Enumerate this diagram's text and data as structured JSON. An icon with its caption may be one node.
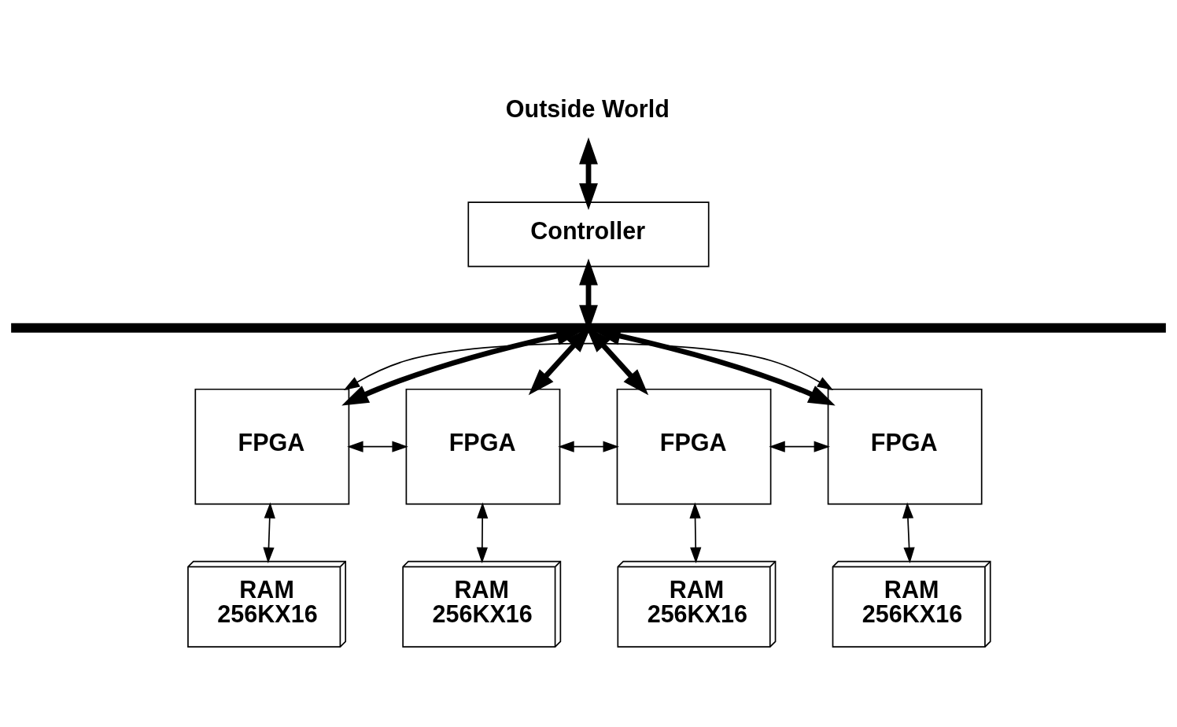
{
  "diagram": {
    "nodes": [
      {
        "text": [
          "Outside World"
        ]
      },
      {
        "text": [
          "Controller"
        ]
      },
      {
        "text": [],
        "shape": "bar"
      },
      {
        "text": [
          "FPGA"
        ]
      },
      {
        "text": [
          "FPGA"
        ]
      },
      {
        "text": [
          "FPGA"
        ]
      },
      {
        "text": [
          "FPGA"
        ]
      },
      {
        "text": [
          "RAM",
          "256KX16"
        ]
      },
      {
        "text": [
          "RAM",
          "256KX16"
        ]
      },
      {
        "text": [
          "RAM",
          "256KX16"
        ]
      },
      {
        "text": [
          "RAM",
          "256KX16"
        ]
      }
    ],
    "edges": [
      {
        "from": 0,
        "to": 1,
        "arrow": "both",
        "style": "thick"
      },
      {
        "from": 1,
        "to": 2,
        "arrow": "both",
        "style": "thick"
      },
      {
        "from": 2,
        "to": 3,
        "arrow": "both",
        "style": "thick"
      },
      {
        "from": 2,
        "to": 4,
        "arrow": "both",
        "style": "thick"
      },
      {
        "from": 2,
        "to": 5,
        "arrow": "both",
        "style": "thick"
      },
      {
        "from": 2,
        "to": 6,
        "arrow": "both",
        "style": "thick"
      },
      {
        "from": 3,
        "to": 4,
        "arrow": "both"
      },
      {
        "from": 4,
        "to": 5,
        "arrow": "both"
      },
      {
        "from": 5,
        "to": 6,
        "arrow": "both"
      },
      {
        "from": 6,
        "to": 3,
        "arrow": "both"
      },
      {
        "from": 3,
        "to": 7,
        "arrow": "both"
      },
      {
        "from": 4,
        "to": 8,
        "arrow": "both"
      },
      {
        "from": 5,
        "to": 9,
        "arrow": "both"
      },
      {
        "from": 6,
        "to": 10,
        "arrow": "both"
      }
    ]
  }
}
